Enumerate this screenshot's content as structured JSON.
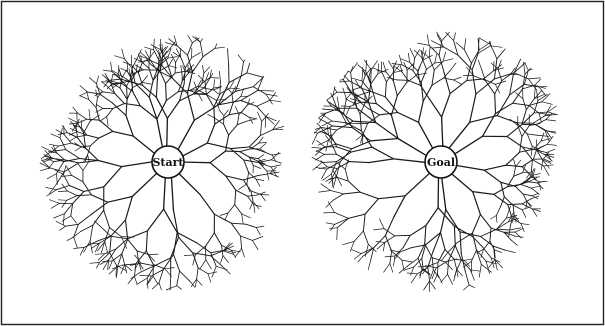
{
  "figure": {
    "nodes": [
      {
        "id": "start",
        "label": "Start"
      },
      {
        "id": "goal",
        "label": "Goal"
      }
    ],
    "colors": {
      "ink": "#1a1a1a",
      "background": "#ffffff",
      "frame": "#222222"
    }
  }
}
